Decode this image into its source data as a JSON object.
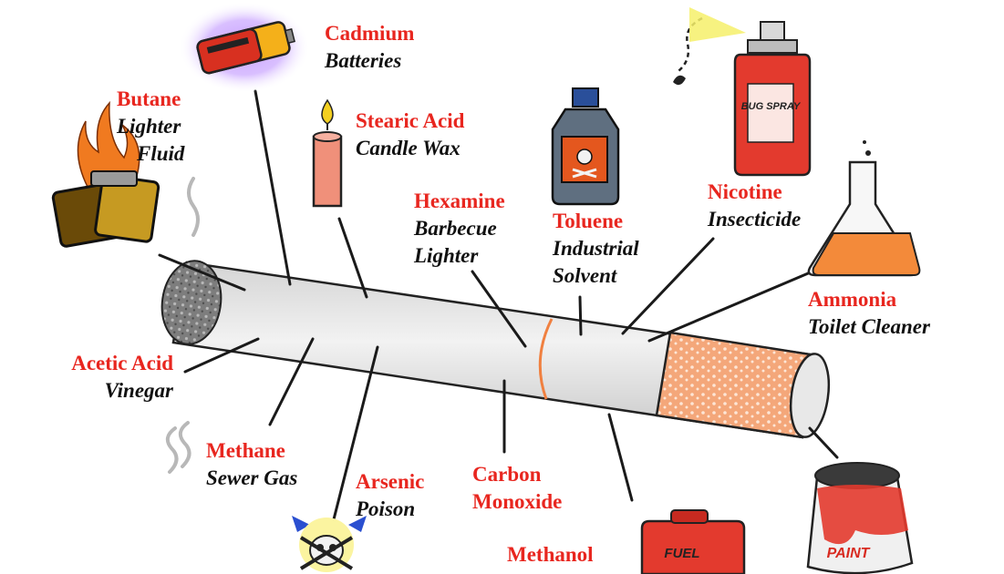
{
  "colors": {
    "label_chemical": "#e8261f",
    "label_use": "#111111",
    "paper": "#e6e6e6",
    "filter": "#f08a55",
    "ash": "#6f6f6f",
    "pointer_line": "#1a1a1a"
  },
  "labels": {
    "cadmium": {
      "chemical": "Cadmium",
      "use": "Batteries"
    },
    "butane": {
      "chemical": "Butane",
      "use": "Lighter",
      "use2": "Fluid"
    },
    "stearic": {
      "chemical": "Stearic Acid",
      "use": "Candle Wax"
    },
    "hexamine": {
      "chemical": "Hexamine",
      "use": "Barbecue",
      "use2": "Lighter"
    },
    "toluene": {
      "chemical": "Toluene",
      "use": "Industrial",
      "use2": "Solvent"
    },
    "nicotine": {
      "chemical": "Nicotine",
      "use": "Insecticide"
    },
    "ammonia": {
      "chemical": "Ammonia",
      "use": "Toilet Cleaner"
    },
    "acetic": {
      "chemical": "Acetic Acid",
      "use": "Vinegar"
    },
    "methane": {
      "chemical": "Methane",
      "use": "Sewer Gas"
    },
    "arsenic": {
      "chemical": "Arsenic",
      "use": "Poison"
    },
    "carbon_monoxide": {
      "chemical": "Carbon",
      "chemical2": "Monoxide"
    },
    "methanol": {
      "chemical": "Methanol"
    }
  },
  "illustrations": {
    "bug_spray_text": "BUG SPRAY",
    "fuel_can_text": "FUEL",
    "paint_can_text": "PAINT"
  },
  "icons": [
    "battery-icon",
    "lighter-icon",
    "candle-icon",
    "solvent-bottle-icon",
    "bug-spray-can-icon",
    "flask-icon",
    "fuel-can-icon",
    "paint-can-icon",
    "skull-crossbones-icon",
    "smoke-icon",
    "cigarette-icon"
  ]
}
